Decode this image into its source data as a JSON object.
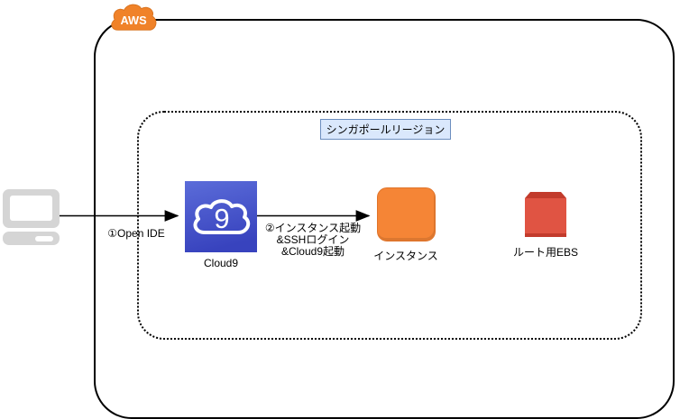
{
  "diagram": {
    "badge": {
      "label": "AWS",
      "icon": "aws-cloud-icon"
    },
    "region": {
      "label": "シンガポールリージョン"
    },
    "nodes": {
      "client": {
        "icon": "laptop-icon"
      },
      "cloud9": {
        "label": "Cloud9",
        "glyph": "9",
        "icon": "cloud9-icon"
      },
      "instance": {
        "label": "インスタンス",
        "icon": "ec2-instance-icon"
      },
      "ebs": {
        "label": "ルート用EBS",
        "icon": "ebs-volume-icon"
      }
    },
    "arrows": {
      "open_ide": {
        "label": "①Open IDE"
      },
      "launch": {
        "lines": [
          "②インスタンス起動",
          "&SSHログイン",
          "&Cloud9起動"
        ]
      }
    },
    "colors": {
      "aws_badge_orange": "#F08229",
      "aws_badge_border": "#D9731F",
      "cloud9_gradient_top": "#5B6CD9",
      "cloud9_gradient_bottom": "#3843BE",
      "instance_orange": "#F58536",
      "ebs_body_red": "#E05443",
      "ebs_cap_red": "#C23B2C",
      "region_label_fill": "#DAE8FC",
      "region_label_border": "#6C8EBF",
      "laptop_gray": "#D5D5D5",
      "line_black": "#000000"
    }
  }
}
